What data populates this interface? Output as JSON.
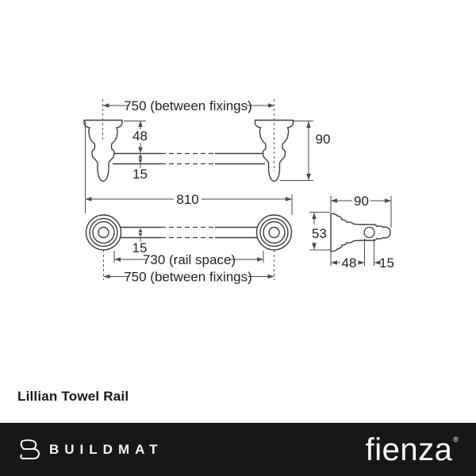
{
  "title": "Lillian Towel Rail",
  "dims": {
    "elevation": {
      "between_fixings": "750 (between fixings)",
      "top_to_rail": "48",
      "rail": "15",
      "height": "90"
    },
    "front": {
      "overall": "810",
      "rail": "15",
      "rail_space": "730 (rail space)",
      "between_fixings": "750 (between fixings)"
    },
    "side": {
      "depth": "90",
      "plate": "53",
      "wall_to_rail": "48",
      "rail": "15"
    }
  },
  "footer": {
    "brand_left": "BUILDMAT",
    "brand_right": "fienza",
    "registered": "®"
  },
  "colors": {
    "object_line": "#3e3e40",
    "dimension_line": "#4a4a4c",
    "footer_bar": "#17171a",
    "text": "#232326",
    "background": "#ffffff"
  }
}
